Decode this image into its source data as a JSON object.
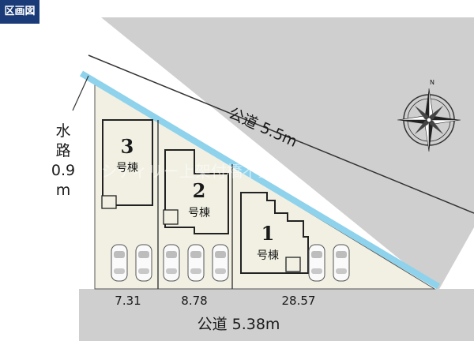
{
  "header": {
    "badge_label": "区画図"
  },
  "roads": {
    "north_road": "公道 5.5m",
    "south_road": "公道 5.38m"
  },
  "waterway": {
    "label_char1": "水",
    "label_char2": "路",
    "width_value": "0.9",
    "width_unit": "m"
  },
  "lots": [
    {
      "number": "3",
      "label": "号棟"
    },
    {
      "number": "2",
      "label": "号棟"
    },
    {
      "number": "1",
      "label": "号棟"
    }
  ],
  "frontages": [
    "7.31",
    "8.78",
    "28.57"
  ],
  "parking": {
    "cars_lot3": 2,
    "cars_lot2": 3,
    "cars_lot1": 2
  },
  "compass": {
    "north_label": "N"
  },
  "watermark": "シティリー上架付橋不動",
  "colors": {
    "road": "#cfcfcf",
    "site": "#f1f0e3",
    "waterway": "#8ed2ec",
    "boundary": "#333333",
    "badge": "#1a3a78"
  }
}
